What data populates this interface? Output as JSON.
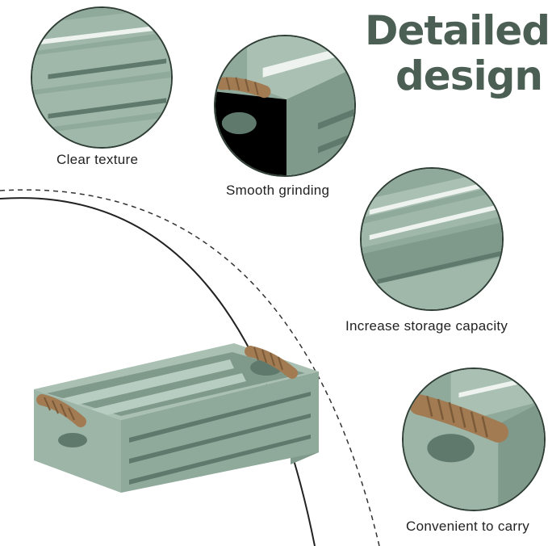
{
  "title": {
    "line1": "Detailed",
    "line2": "design"
  },
  "details": [
    {
      "caption": "Clear texture",
      "icon": "slatted-side-closeup"
    },
    {
      "caption": "Smooth grinding",
      "icon": "rope-corner-closeup"
    },
    {
      "caption": "Increase storage capacity",
      "icon": "interior-slats-closeup"
    },
    {
      "caption": "Convenient to carry",
      "icon": "rope-handle-closeup"
    }
  ],
  "colors": {
    "title": "#4c5f55",
    "crate": "#8fa99b",
    "crate_dark": "#6f8a7c",
    "crate_light": "#a9c0b3",
    "rope": "#a27b52",
    "circle_border": "#2f3f36"
  }
}
